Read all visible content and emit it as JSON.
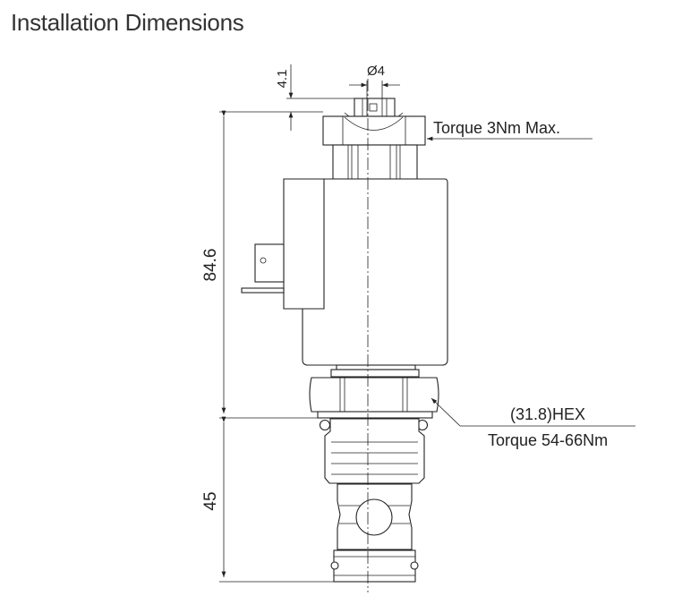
{
  "title": "Installation Dimensions",
  "dimensions": {
    "overall_height": "84.6",
    "cartridge_length": "45",
    "connector_offset": "4.1",
    "connector_diameter": "Ø4"
  },
  "annotations": {
    "nut_torque": "Torque 3Nm Max.",
    "hex_size": "(31.8)HEX",
    "hex_torque": "Torque 54-66Nm"
  }
}
